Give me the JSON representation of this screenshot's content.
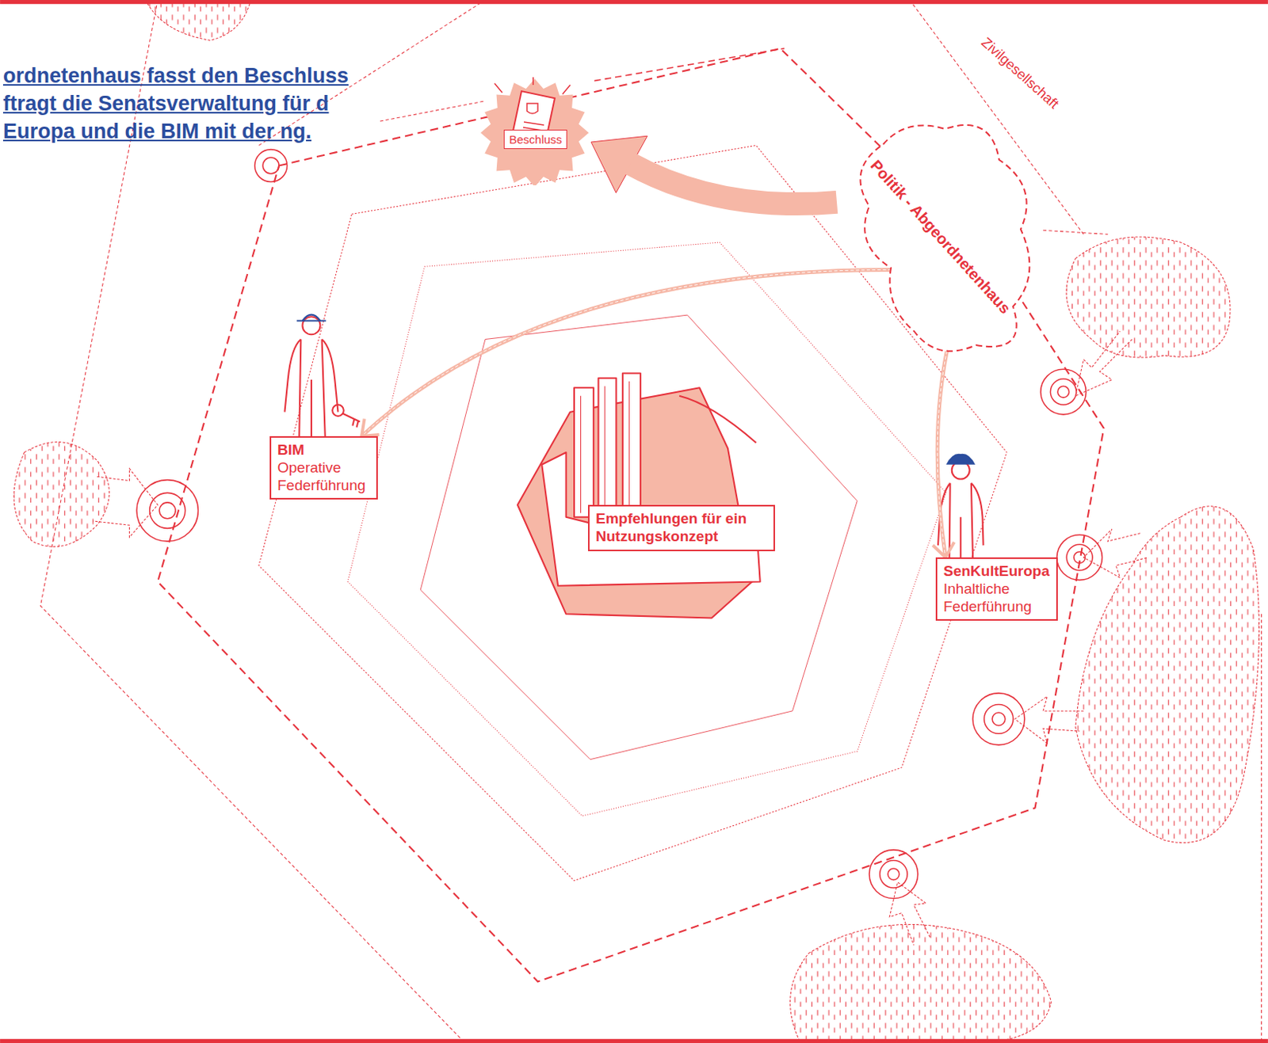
{
  "diagram": {
    "title": "ordnetenhaus fasst den Beschluss ftragt die Senatsverwaltung für d Europa und die BIM mit der ng.",
    "nodes": [
      {
        "text": [
          "Beschluss"
        ]
      },
      {
        "text": [
          "Politik - Abgeordnetenhaus"
        ]
      },
      {
        "text": [
          "BIM",
          "Operative Federführung"
        ]
      },
      {
        "text": [
          "Empfehlungen für ein Nutzungskonzept"
        ]
      },
      {
        "text": [
          "SenKultEuropa",
          "Inhaltliche Federführung"
        ]
      }
    ],
    "edges": [
      {
        "from": 1,
        "to": 0,
        "arrow": "to"
      },
      {
        "from": 1,
        "to": 2,
        "arrow": "to"
      },
      {
        "from": 1,
        "to": 4,
        "arrow": "to"
      }
    ],
    "labels": [
      "Zivilgesellschaft"
    ]
  }
}
